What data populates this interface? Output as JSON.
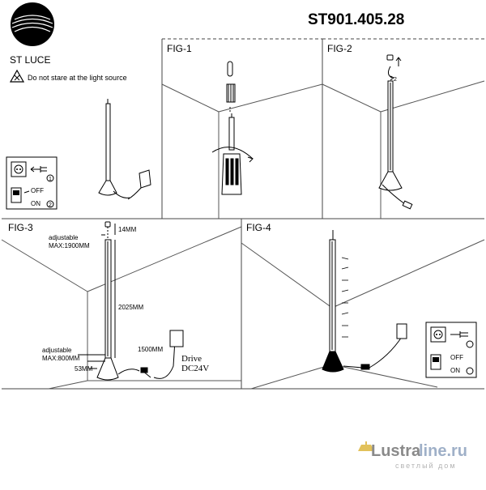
{
  "header": {
    "brand": "ST LUCE",
    "warning": "Do not stare at the light source",
    "model": "ST901.405.28"
  },
  "figures": {
    "fig1": "FIG-1",
    "fig2": "FIG-2",
    "fig3": "FIG-3",
    "fig4": "FIG-4"
  },
  "switch_panel": {
    "off_label": "OFF",
    "on_label": "ON",
    "step1": "1",
    "step2": "2"
  },
  "fig2_steps": {
    "step": "2"
  },
  "dimensions": {
    "top_gap": "14MM",
    "adjustable_top_1": "adjustable",
    "adjustable_top_2": "MAX:1900MM",
    "height": "2025MM",
    "adjustable_bottom_1": "adjustable",
    "adjustable_bottom_2": "MAX:800MM",
    "base": "53MM",
    "cable": "1500MM",
    "drive_1": "Drive",
    "drive_2": "DC24V"
  },
  "watermark": {
    "part1": "Lustra",
    "part2": "line.ru",
    "sub": "светлый дом"
  }
}
